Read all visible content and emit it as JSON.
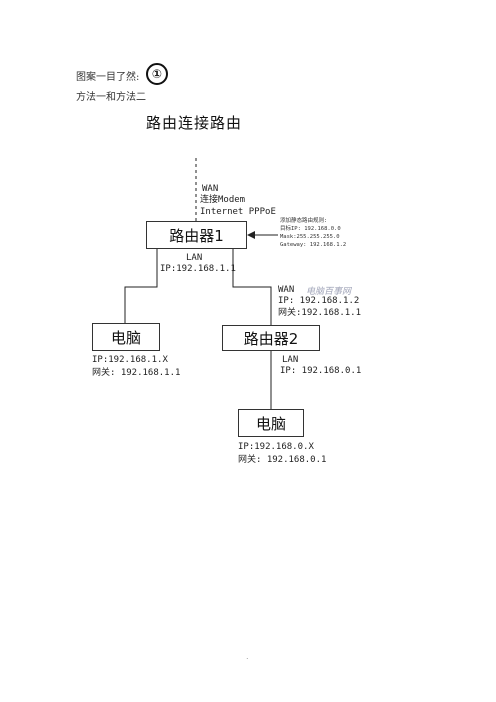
{
  "intro": {
    "line1": "图案一目了然:",
    "circled_number": "①",
    "line2": "方法一和方法二"
  },
  "diagram": {
    "title": "路由连接路由",
    "wan_top": {
      "label": "WAN",
      "line2": "连接Modem",
      "line3": "Internet PPPoE"
    },
    "router1": {
      "label": "路由器1",
      "lan_label": "LAN",
      "lan_ip": "IP:192.168.1.1"
    },
    "route_note": {
      "line1": "添加静态路由规则:",
      "line2": "目标IP: 192.168.0.0",
      "line3": "Mask:255.255.255.0",
      "line4": "Gateway: 192.168.1.2"
    },
    "router2_wan": {
      "label": "WAN",
      "ip": "IP: 192.168.1.2",
      "gateway": "网关:192.168.1.1"
    },
    "pc1": {
      "label": "电脑",
      "ip": "IP:192.168.1.X",
      "gateway": "网关: 192.168.1.1"
    },
    "router2": {
      "label": "路由器2",
      "lan_label": "LAN",
      "lan_ip": "IP: 192.168.0.1"
    },
    "pc2": {
      "label": "电脑",
      "ip": "IP:192.168.0.X",
      "gateway": "网关: 192.168.0.1"
    },
    "watermark": "电脑百事网"
  },
  "footer": {
    "dot": "."
  }
}
